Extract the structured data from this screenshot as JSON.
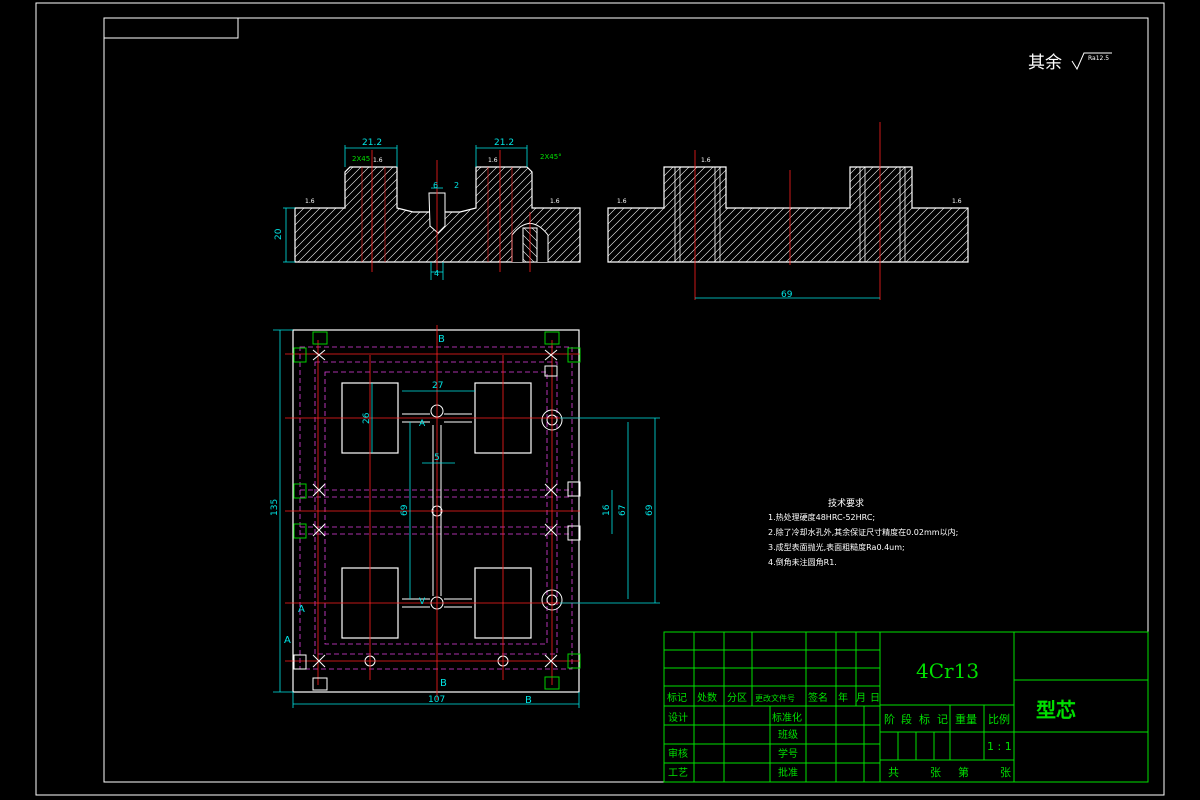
{
  "colors": {
    "background": "#000000",
    "frame": "#ffffff",
    "part": "#ffffff",
    "centerline": "#ff2020",
    "dimension": "#00e5e5",
    "hidden": "#e040e0",
    "titleblock": "#00e000",
    "marker": "#00d000"
  },
  "roughness": {
    "label": "其余",
    "value": "Ra12.5"
  },
  "section_view_1": {
    "dims": [
      "21.2",
      "21.2",
      "6",
      "2",
      "20",
      "4"
    ],
    "chamfer_left": "2X45",
    "chamfer_right": "2X45°",
    "ra_marks": [
      "1.6",
      "1.6",
      "1.6",
      "1.6"
    ]
  },
  "section_view_2": {
    "dims": [
      "69"
    ],
    "ra_marks": [
      "1.6",
      "1.6",
      "1.6"
    ]
  },
  "plan_view": {
    "dims": [
      "27",
      "26",
      "5",
      "69",
      "16",
      "67",
      "69",
      "135",
      "107"
    ],
    "section_labels": [
      "B",
      "B",
      "A",
      "A",
      "A",
      "V",
      "B"
    ]
  },
  "tech_requirements": {
    "title": "技术要求",
    "items": [
      "1.热处理硬度48HRC-52HRC;",
      "2.除了冷却水孔外,其余保证尺寸精度在0.02mm以内;",
      "3.成型表面抛光,表面粗糙度Ra0.4um;",
      "4.倒角未注圆角R1."
    ]
  },
  "title_block": {
    "material": "4Cr13",
    "part_name": "型芯",
    "header_row": [
      "标记",
      "处数",
      "分区",
      "更改文件号",
      "签名",
      "年",
      "月",
      "日"
    ],
    "rows_left": [
      "设计",
      "审核",
      "工艺"
    ],
    "rows_mid": [
      "标准化",
      "班级",
      "学号",
      "批准"
    ],
    "stage_header": [
      "阶",
      "段",
      "标",
      "记",
      "重量",
      "比例"
    ],
    "scale": "1 : 1",
    "sheet_row": [
      "共",
      "张",
      "第",
      "张"
    ]
  }
}
